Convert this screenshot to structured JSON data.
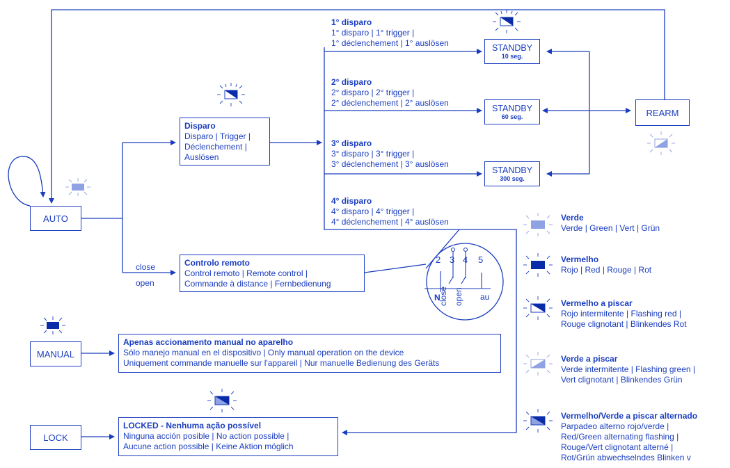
{
  "colors": {
    "primary": "#1a3dbf",
    "red_led": "#0b2ca8",
    "green_led": "#8fa3e4"
  },
  "modes": {
    "auto": "AUTO",
    "manual": "MANUAL",
    "lock": "LOCK"
  },
  "disparo": {
    "title": "Disparo",
    "lines": [
      "Disparo | Trigger |",
      "Déclenchement |",
      "Auslösen"
    ]
  },
  "remote": {
    "title": "Controlo remoto",
    "lines": [
      "Control remoto | Remote control |",
      "Commande à distance | Fernbedienung"
    ],
    "close": "close",
    "open": "open"
  },
  "triggers": [
    {
      "title": "1° disparo",
      "line1": "1° disparo | 1° trigger |",
      "line2": "1° déclenchement | 1° auslösen"
    },
    {
      "title": "2° disparo",
      "line1": "2° disparo | 2° trigger |",
      "line2": "2° déclenchement | 2° auslösen"
    },
    {
      "title": "3° disparo",
      "line1": "3° disparo | 3° trigger |",
      "line2": "3° déclenchement | 3° auslösen"
    },
    {
      "title": "4° disparo",
      "line1": "4° disparo | 4° trigger |",
      "line2": "4° déclenchement | 4° auslösen"
    }
  ],
  "standby": [
    {
      "label": "STANDBY",
      "time": "10 seg."
    },
    {
      "label": "STANDBY",
      "time": "60 seg."
    },
    {
      "label": "STANDBY",
      "time": "300 seg."
    }
  ],
  "rearm": "REARM",
  "manual_desc": {
    "title": "Apenas accionamento manual no aparelho",
    "lines": [
      "Sólo manejo manual en el dispositivo | Only manual operation on the device",
      "Uniquement commande manuelle sur l'appareil | Nur manuelle Bedienung des Geräts"
    ]
  },
  "lock_desc": {
    "title": "LOCKED - Nenhuma ação possível",
    "lines": [
      "Ninguna acción posible | No action possible |",
      "Aucune action possible | Keine Aktion möglich"
    ]
  },
  "terminals": {
    "numbers": [
      "2",
      "3",
      "4",
      "5"
    ],
    "n": "N",
    "close": "close",
    "open": "open",
    "aux": "au"
  },
  "side_letter": "n",
  "legend": [
    {
      "icon": "green-led-icon",
      "title": "Verde",
      "lines": [
        "Verde | Green | Vert | Grün"
      ]
    },
    {
      "icon": "red-led-icon",
      "title": "Vermelho",
      "lines": [
        "Rojo | Red | Rouge | Rot"
      ]
    },
    {
      "icon": "flashing-red-led-icon",
      "title": "Vermelho a piscar",
      "lines": [
        "Rojo intermitente | Flashing red |",
        "Rouge clignotant | Blinkendes Rot"
      ]
    },
    {
      "icon": "flashing-green-led-icon",
      "title": "Verde a piscar",
      "lines": [
        "Verde intermitente | Flashing green |",
        "Vert clignotant | Blinkendes Grün"
      ]
    },
    {
      "icon": "alternating-led-icon",
      "title": "Vermelho/Verde a piscar alternado",
      "lines": [
        "Parpadeo alterno rojo/verde |",
        "Red/Green alternating flashing |",
        "Rouge/Vert clignotant alterné |",
        "Rot/Grün abwechselndes Blinken v"
      ]
    }
  ]
}
